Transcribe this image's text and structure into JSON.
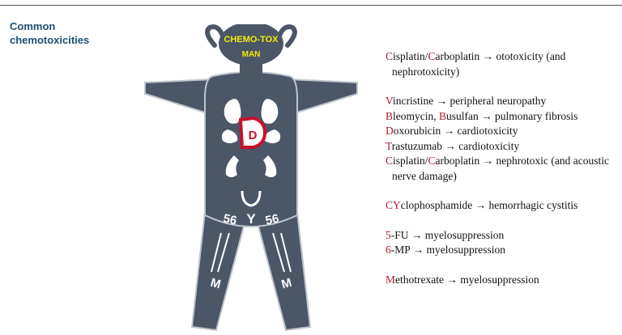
{
  "section_title": "Common chemotoxicities",
  "figure": {
    "head_label_line1": "CHEMO-TOX",
    "head_label_line2": "MAN",
    "heart_letter": "D",
    "left_leg_number": "56",
    "right_leg_number": "56",
    "left_leg_letter": "M",
    "right_leg_letter": "M",
    "bladder_letter": "Y",
    "colors": {
      "body": "#4b5667",
      "head_label": "#f5e90a",
      "heart_outline": "#c8102e",
      "highlight_letter": "#b0182d"
    }
  },
  "groups": [
    [
      {
        "parts": [
          {
            "t": "C",
            "hl": true
          },
          {
            "t": "isplatin/",
            "hl": false
          },
          {
            "t": "C",
            "hl": true
          },
          {
            "t": "arboplatin → ototoxicity (and nephrotoxicity)",
            "hl": false
          }
        ]
      }
    ],
    [
      {
        "parts": [
          {
            "t": "V",
            "hl": true
          },
          {
            "t": "incristine → peripheral neuropathy",
            "hl": false
          }
        ]
      },
      {
        "parts": [
          {
            "t": "B",
            "hl": true
          },
          {
            "t": "leomycin, ",
            "hl": false
          },
          {
            "t": "B",
            "hl": true
          },
          {
            "t": "usulfan → pulmonary fibrosis",
            "hl": false
          }
        ]
      },
      {
        "parts": [
          {
            "t": "D",
            "hl": true
          },
          {
            "t": "oxorubicin → cardiotoxicity",
            "hl": false
          }
        ]
      },
      {
        "parts": [
          {
            "t": "T",
            "hl": true
          },
          {
            "t": "rastuzumab → cardiotoxicity",
            "hl": false
          }
        ]
      },
      {
        "parts": [
          {
            "t": "C",
            "hl": true
          },
          {
            "t": "isplatin/",
            "hl": false
          },
          {
            "t": "C",
            "hl": true
          },
          {
            "t": "arboplatin → nephrotoxic (and acoustic nerve damage)",
            "hl": false
          }
        ]
      }
    ],
    [
      {
        "parts": [
          {
            "t": "CY",
            "hl": true
          },
          {
            "t": "clophosphamide → hemorrhagic cystitis",
            "hl": false
          }
        ]
      }
    ],
    [
      {
        "parts": [
          {
            "t": "5",
            "hl": true
          },
          {
            "t": "-FU → myelosuppression",
            "hl": false
          }
        ]
      },
      {
        "parts": [
          {
            "t": "6",
            "hl": true
          },
          {
            "t": "-MP → myelosuppression",
            "hl": false
          }
        ]
      }
    ],
    [
      {
        "parts": [
          {
            "t": "M",
            "hl": true
          },
          {
            "t": "ethotrexate → myelosuppression",
            "hl": false
          }
        ]
      }
    ]
  ]
}
